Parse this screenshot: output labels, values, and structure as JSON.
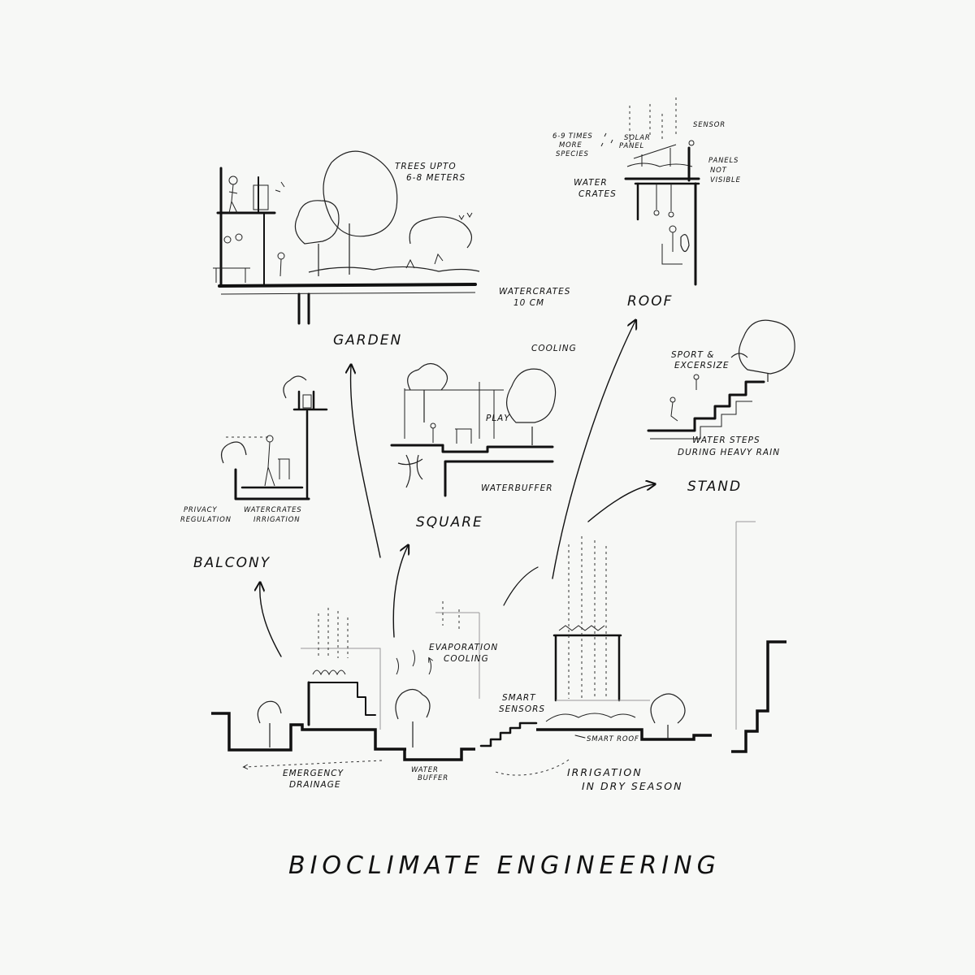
{
  "title": "BIOCLIMATE ENGINEERING",
  "scenes": {
    "garden": {
      "label": "GARDEN",
      "notes": [
        "TREES UPTO",
        "6-8 METERS",
        "WATERCRATES",
        "10 CM"
      ]
    },
    "roof": {
      "label": "ROOF",
      "notes": [
        "6-9 TIMES",
        "MORE",
        "SPECIES",
        "SOLAR",
        "PANEL",
        "SENSOR",
        "PANELS",
        "NOT",
        "VISIBLE",
        "WATER",
        "CRATES"
      ]
    },
    "square": {
      "label": "SQUARE",
      "notes": [
        "COOLING",
        "PLAY",
        "WATERBUFFER"
      ]
    },
    "stand": {
      "label": "STAND",
      "notes": [
        "SPORT &",
        "EXCERSIZE",
        "WATER STEPS",
        "DURING HEAVY RAIN"
      ]
    },
    "balcony": {
      "label": "BALCONY",
      "notes": [
        "PRIVACY",
        "REGULATION",
        "WATERCRATES",
        "IRRIGATION"
      ]
    }
  },
  "section": {
    "notes": [
      "EVAPORATION",
      "COOLING",
      "SMART",
      "SENSORS",
      "SMART ROOF",
      "EMERGENCY",
      "DRAINAGE",
      "WATER",
      "BUFFER",
      "IRRIGATION",
      "IN DRY SEASON"
    ]
  }
}
